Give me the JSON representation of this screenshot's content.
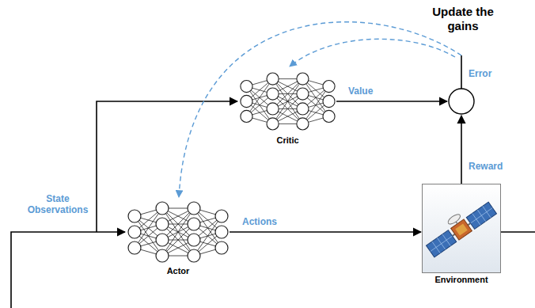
{
  "diagram": {
    "nodes": [
      {
        "text": [
          "Critic"
        ]
      },
      {
        "text": [
          "Actor"
        ]
      },
      {
        "text": [
          "Environment"
        ]
      }
    ],
    "edges": [
      {
        "from": 1,
        "to": 2,
        "arrow": "to",
        "label": "Actions"
      }
    ],
    "labels": [
      "Update the gains",
      "State Observations",
      "Value",
      "Reward",
      "Error"
    ]
  }
}
